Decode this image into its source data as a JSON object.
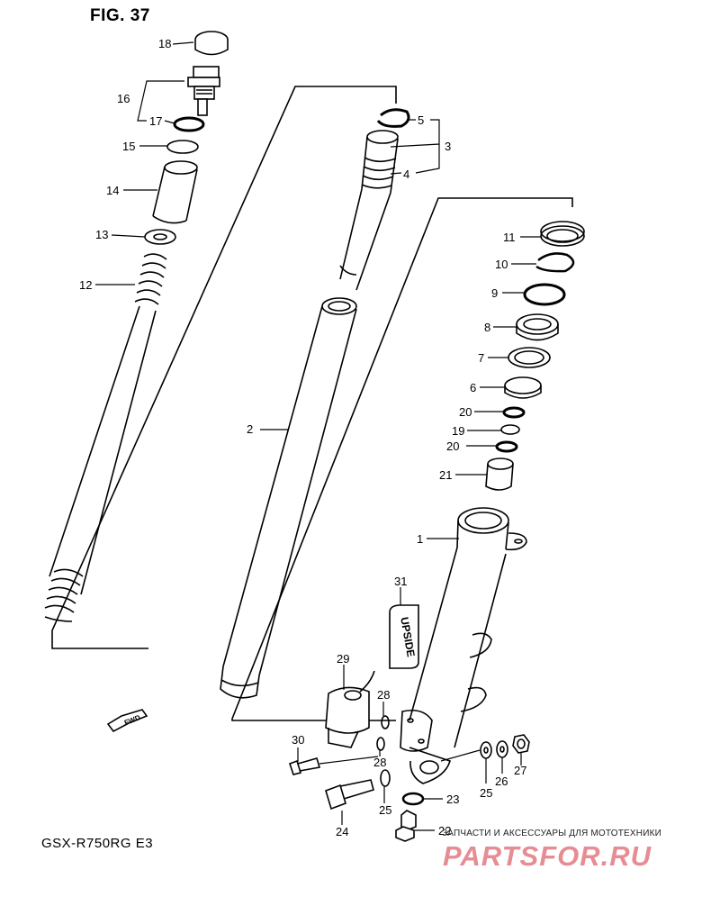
{
  "figure": {
    "title": "FIG. 37",
    "model": "GSX-R750RG  E3"
  },
  "watermark": {
    "tagline": "ЗАПЧАСТИ И АКСЕССУАРЫ ДЛЯ МОТОТЕХНИКИ",
    "logo": "PARTSFOR.RU",
    "color": "#e27a82"
  },
  "parts": [
    {
      "no": "1"
    },
    {
      "no": "2"
    },
    {
      "no": "3"
    },
    {
      "no": "4"
    },
    {
      "no": "5"
    },
    {
      "no": "6"
    },
    {
      "no": "7"
    },
    {
      "no": "8"
    },
    {
      "no": "9"
    },
    {
      "no": "10"
    },
    {
      "no": "11"
    },
    {
      "no": "12"
    },
    {
      "no": "13"
    },
    {
      "no": "14"
    },
    {
      "no": "15"
    },
    {
      "no": "16"
    },
    {
      "no": "17"
    },
    {
      "no": "18"
    },
    {
      "no": "19"
    },
    {
      "no": "20"
    },
    {
      "no": "21"
    },
    {
      "no": "22"
    },
    {
      "no": "23"
    },
    {
      "no": "24"
    },
    {
      "no": "25"
    },
    {
      "no": "26"
    },
    {
      "no": "27"
    },
    {
      "no": "28"
    },
    {
      "no": "29"
    },
    {
      "no": "30"
    },
    {
      "no": "31"
    }
  ],
  "arrow": {
    "label": "FWD",
    "icon": "fwd-arrow-icon"
  },
  "emblem": {
    "text": "UPSIDE"
  }
}
